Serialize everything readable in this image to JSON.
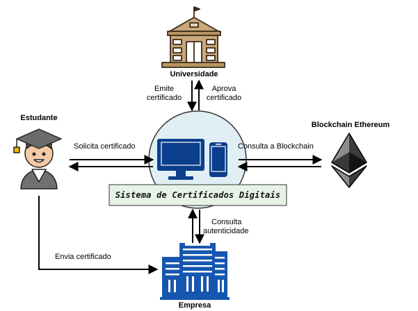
{
  "nodes": {
    "universidade": "Universidade",
    "estudante": "Estudante",
    "blockchain": "Blockchain Ethereum",
    "empresa": "Empresa",
    "sistema": "Sistema de Certificados Digitais"
  },
  "edges": {
    "emite_1": "Emite",
    "emite_2": "certificado",
    "aprova_1": "Aprova",
    "aprova_2": "certificado",
    "solicita": "Solicita certificado",
    "consulta_blockchain": "Consulta a Blockchain",
    "consulta_1": "Consulta",
    "consulta_2": "autenticidade",
    "envia": "Envia certificado"
  },
  "colors": {
    "circle_fill": "#e1eef4",
    "circle_stroke": "#333333",
    "screen_blue": "#0b3e8c",
    "label_box_fill": "#e6f2e6",
    "university": "#c9a97a",
    "building_blue": "#1557b0"
  },
  "icons": [
    "graduate-student-icon",
    "university-building-icon",
    "computer-monitor-icon",
    "smartphone-icon",
    "ethereum-logo-icon",
    "office-building-icon"
  ]
}
